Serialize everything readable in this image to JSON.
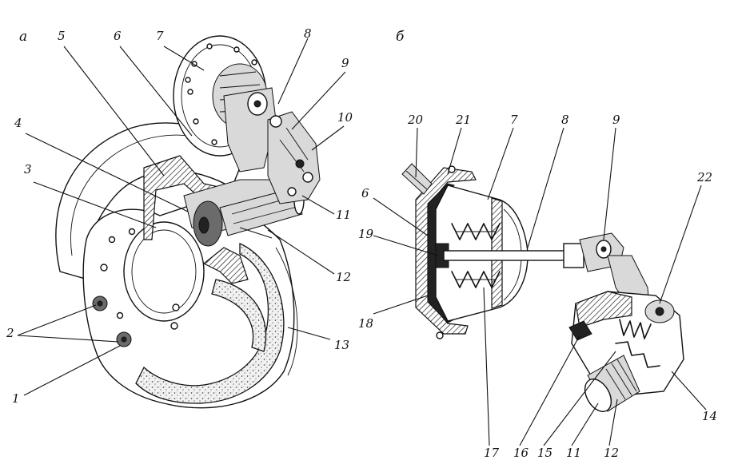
{
  "panels": {
    "a": "а",
    "b": "б"
  },
  "labels_a": [
    "1",
    "2",
    "3",
    "4",
    "5",
    "6",
    "7",
    "8",
    "9",
    "10",
    "11",
    "12",
    "13"
  ],
  "labels_b": [
    "20",
    "21",
    "7",
    "8",
    "9",
    "22",
    "6",
    "19",
    "18",
    "17",
    "16",
    "15",
    "11",
    "12",
    "14"
  ]
}
